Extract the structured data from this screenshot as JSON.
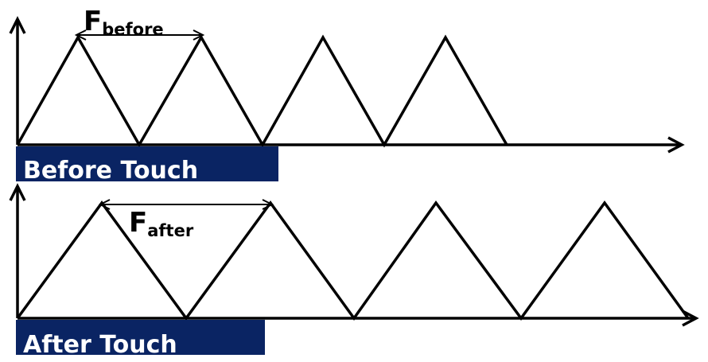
{
  "panels": [
    {
      "id": "before",
      "label": "Before Touch",
      "symbol": "F",
      "symbol_subscript": "before",
      "peaks": 4,
      "label_background": "#0a2463"
    },
    {
      "id": "after",
      "label": "After Touch",
      "symbol": "F",
      "symbol_subscript": "after",
      "peaks": 4,
      "label_background": "#0a2463"
    }
  ],
  "colors": {
    "line": "#000000",
    "label_text": "#ffffff",
    "background": "#ffffff"
  }
}
